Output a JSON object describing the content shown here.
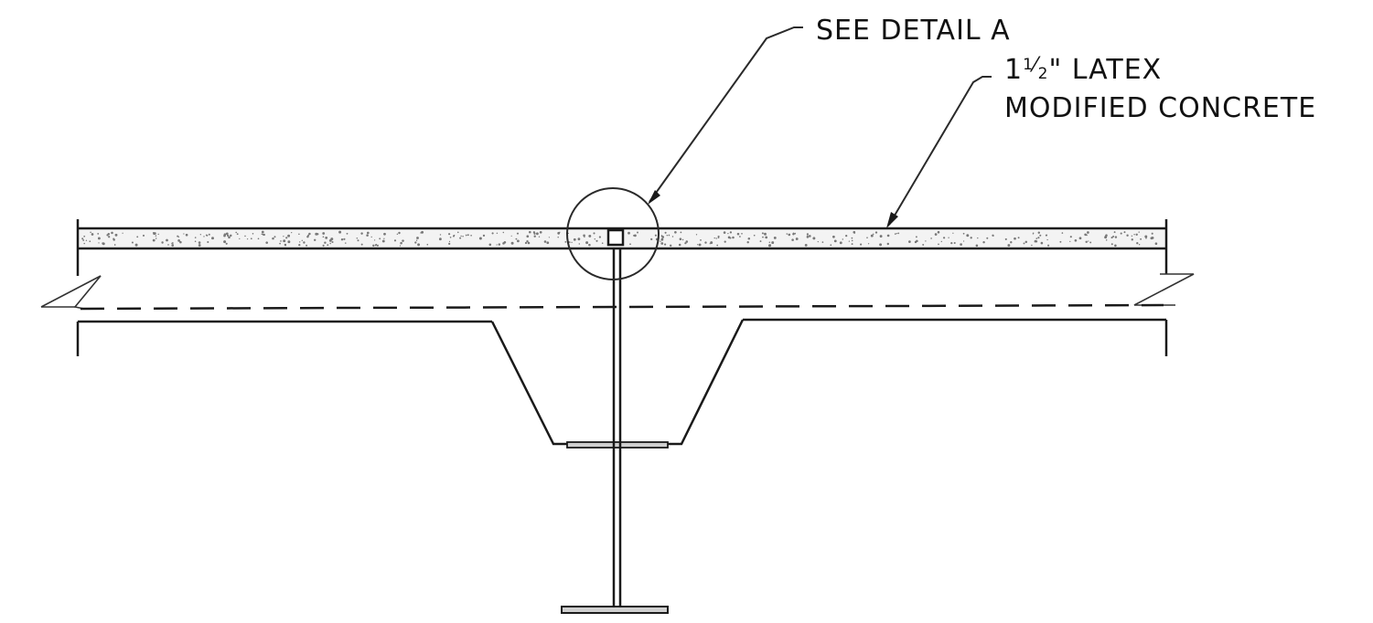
{
  "callouts": {
    "detail": {
      "text": "SEE DETAIL A"
    },
    "overlay": {
      "line1_whole": "1",
      "line1_frac_num": "1",
      "line1_frac_den": "2",
      "line1_rest": "\" LATEX",
      "line2": "MODIFIED CONCRETE"
    }
  },
  "colors": {
    "ink": "#1a1a1a",
    "concrete_fill": "#f3f3f3",
    "background": "#ffffff"
  }
}
